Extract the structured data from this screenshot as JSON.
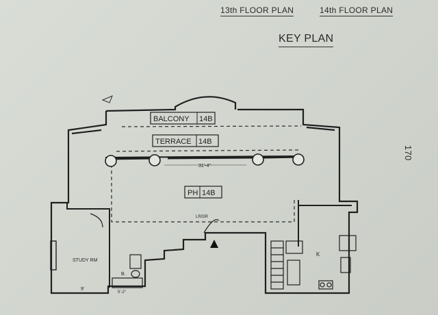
{
  "header": {
    "floor_13": "13th FLOOR PLAN",
    "floor_14": "14th FLOOR PLAN",
    "key_plan": "KEY PLAN",
    "side_number": "170"
  },
  "plan": {
    "balcony": "BALCONY",
    "balcony_unit": "14B",
    "terrace": "TERRACE",
    "terrace_unit": "14B",
    "ph": "PH",
    "ph_unit": "14B",
    "study": "STUDY RM",
    "bath": "B.",
    "kitchen": "K",
    "lr_dr": "LR/DR",
    "dim_main": "31'-4\"",
    "dim_study": "9'",
    "dim_bath": "5'-2\""
  }
}
